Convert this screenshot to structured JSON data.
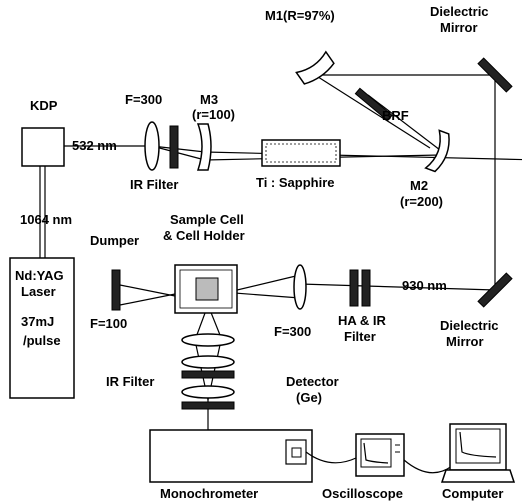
{
  "labels": {
    "m1": "M1(R=97%)",
    "dielectric_top_1": "Dielectric",
    "dielectric_top_2": "Mirror",
    "kdp": "KDP",
    "f300_top": "F=300",
    "m3": "M3",
    "m3_r": "(r=100)",
    "brf": "BRF",
    "nm532": "532 nm",
    "ir_filter_top": "IR Filter",
    "ti_sapphire": "Ti : Sapphire",
    "m2": "M2",
    "m2_r": "(r=200)",
    "nm1064": "1064 nm",
    "sample_cell_1": "Sample Cell",
    "sample_cell_2": "& Cell Holder",
    "dumper": "Dumper",
    "nm930": "930 nm",
    "laser_1": "Nd:YAG",
    "laser_2": "Laser",
    "laser_3": "37mJ",
    "laser_4": "/pulse",
    "f100": "F=100",
    "f300_bottom": "F=300",
    "ha_ir_1": "HA & IR",
    "ha_ir_2": "Filter",
    "dielectric_bottom_1": "Dielectric",
    "dielectric_bottom_2": "Mirror",
    "ir_filter_bottom": "IR Filter",
    "detector_1": "Detector",
    "detector_2": "(Ge)",
    "monochrometer": "Monochrometer",
    "oscilloscope": "Oscilloscope",
    "computer": "Computer"
  }
}
